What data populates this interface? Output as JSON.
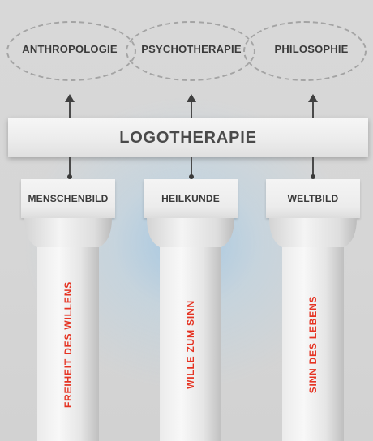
{
  "domains": [
    {
      "label": "ANTHROPOLOGIE"
    },
    {
      "label": "PSYCHOTHERAPIE"
    },
    {
      "label": "PHILOSOPHIE"
    }
  ],
  "central": {
    "title": "LOGOTHERAPIE"
  },
  "pillars": [
    {
      "capital": "MENSCHENBILD",
      "shaft": "FREIHEIT DES WILLENS"
    },
    {
      "capital": "HEILKUNDE",
      "shaft": "WILLE ZUM SINN"
    },
    {
      "capital": "WELTBILD",
      "shaft": "SINN DES LEBENS"
    }
  ],
  "colors": {
    "shaft_text": "#e53322",
    "label_text": "#3a3a3a",
    "background": "#d6d6d6",
    "glow": "#9cc8e6"
  }
}
